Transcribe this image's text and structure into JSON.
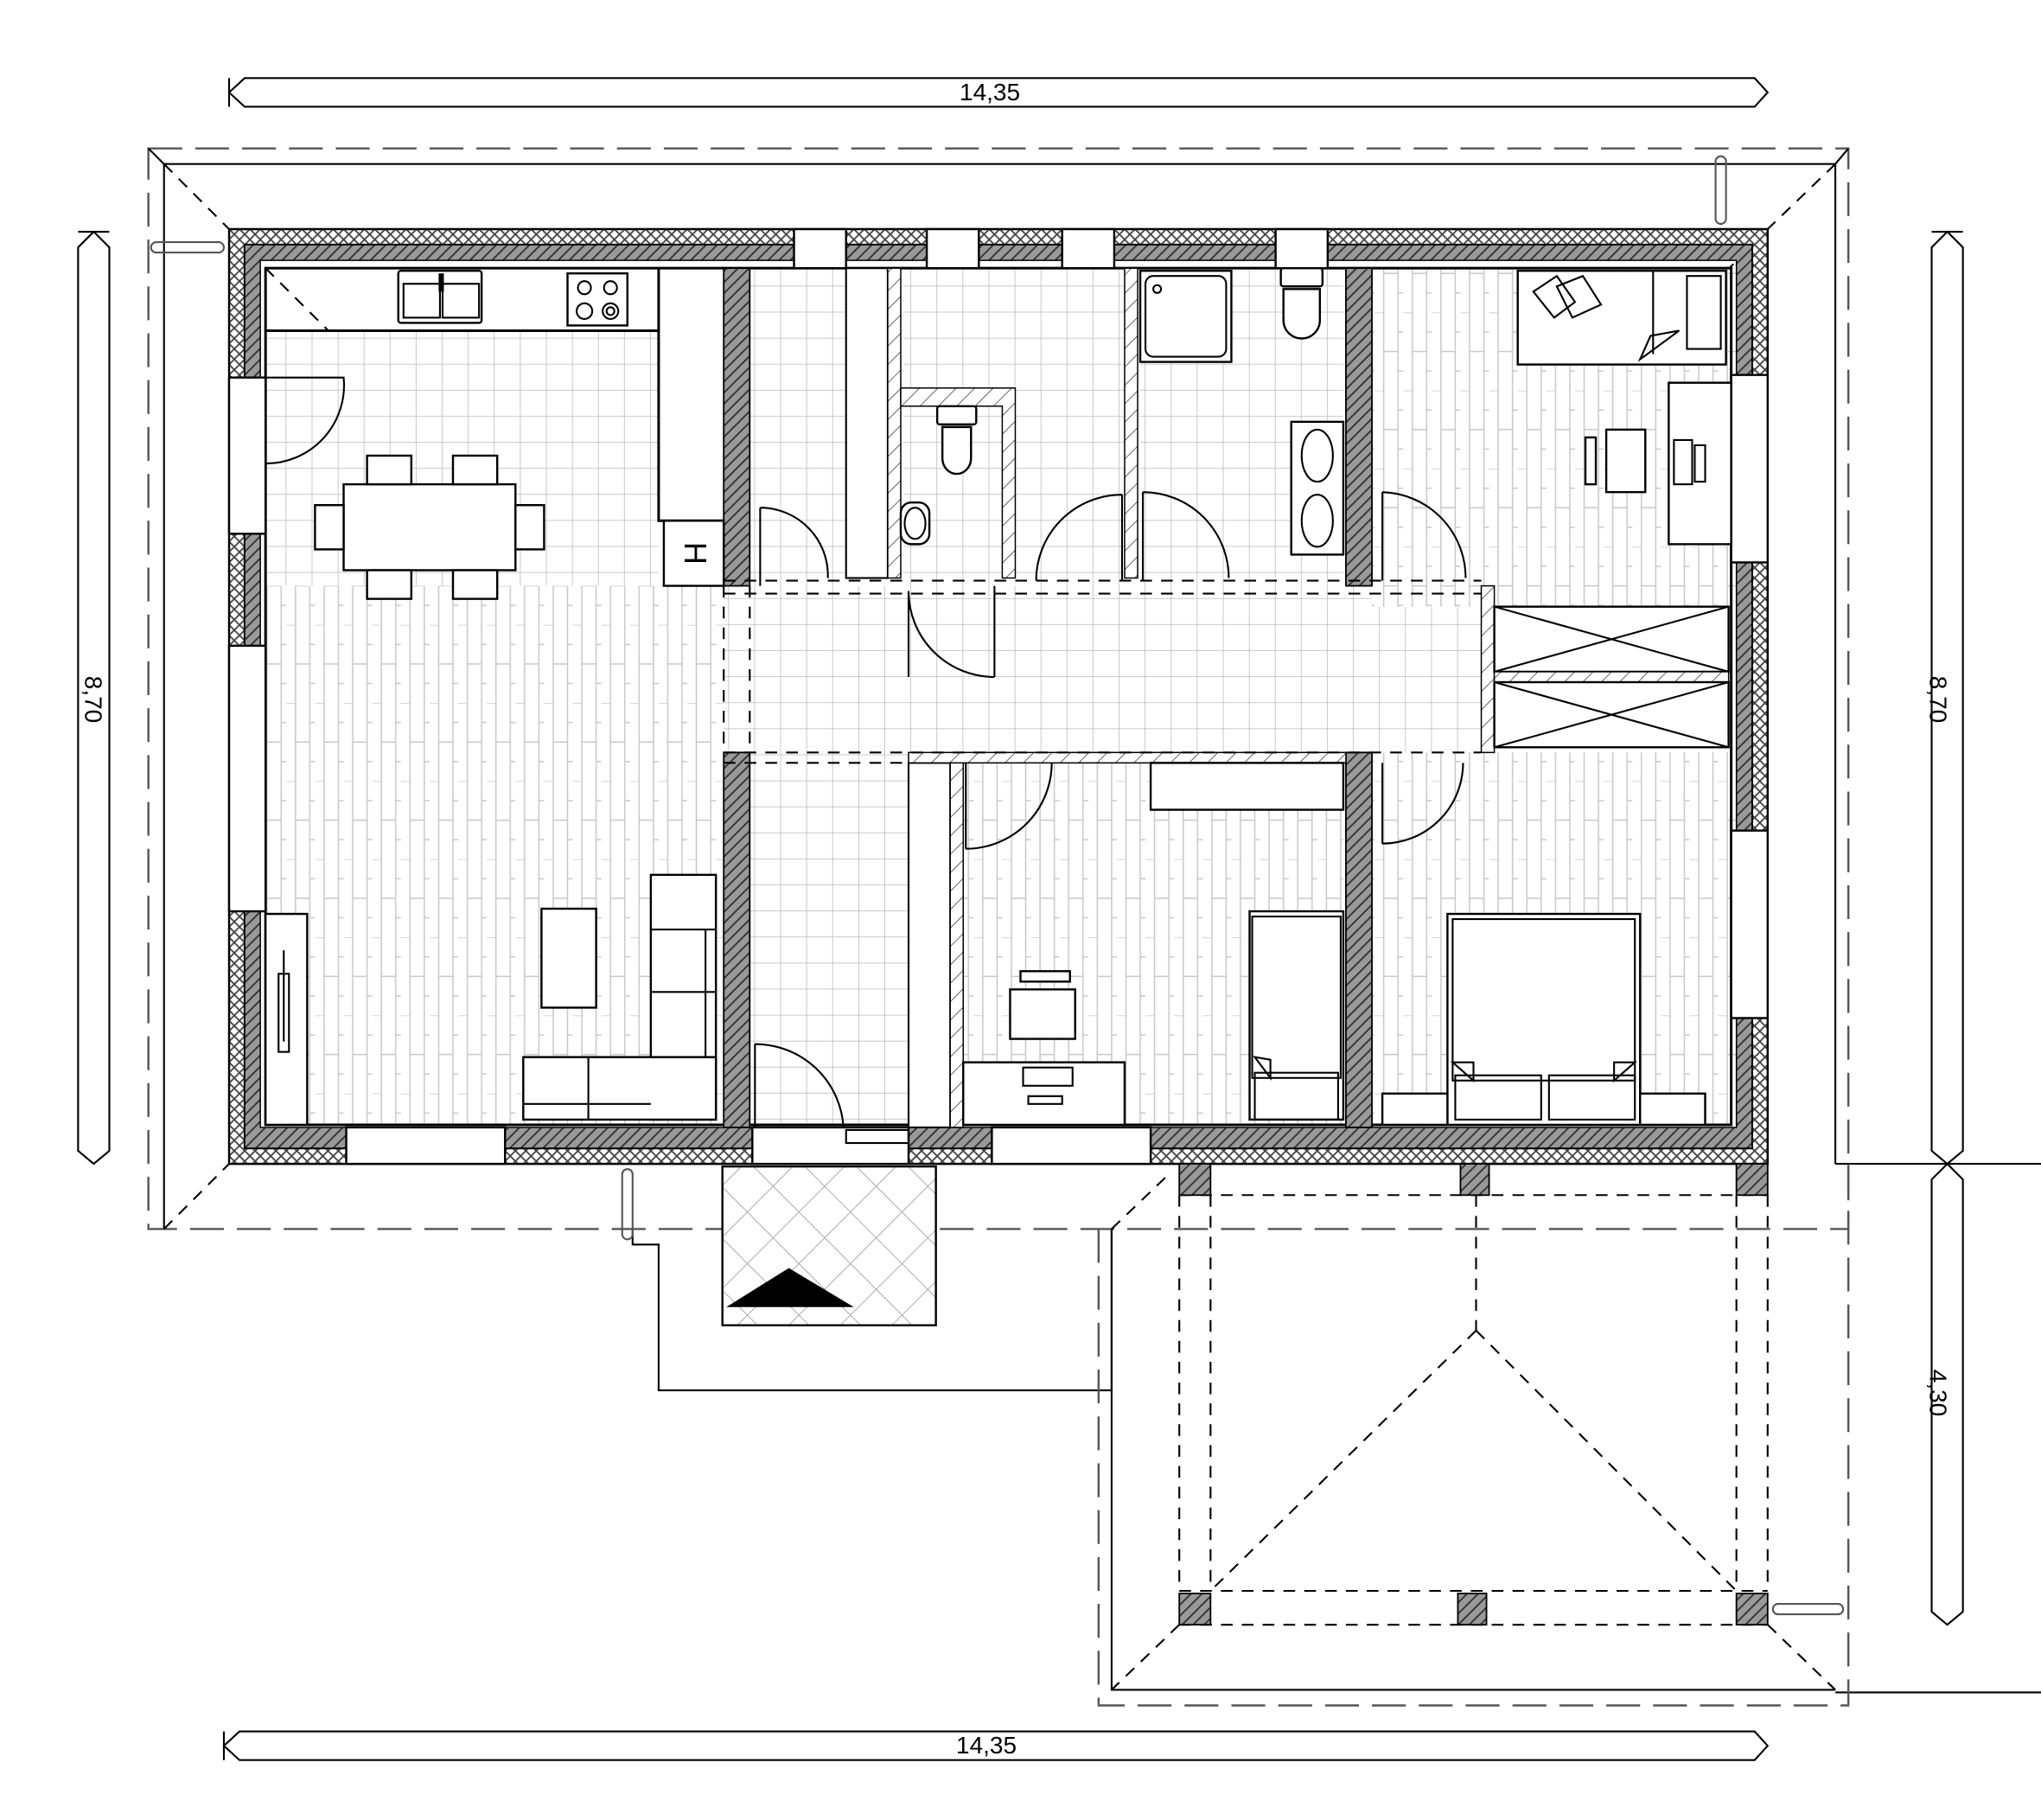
{
  "drawing": {
    "type": "architectural floor plan",
    "units": "m",
    "colors": {
      "line": "#000000",
      "tile_grid": "#b8b8b8",
      "wall_hatch": "#555555",
      "background": "#ffffff"
    }
  },
  "dimensions": {
    "top_width": "14,35",
    "bottom_width": "14,35",
    "left_depth": "8,70",
    "right_depth_main": "8,70",
    "right_depth_porch": "4,30"
  },
  "rooms": [
    {
      "id": "kitchen-dining",
      "furniture": [
        "kitchen-counter",
        "sink",
        "cooktop",
        "dining-table",
        "chairs-6",
        "boiler-H"
      ],
      "floor": "square-tiles"
    },
    {
      "id": "living-room",
      "furniture": [
        "sofa-l-shape",
        "coffee-table",
        "tv-cabinet"
      ],
      "floor": "plank"
    },
    {
      "id": "hall",
      "floor": "square-tiles"
    },
    {
      "id": "utility",
      "floor": "square-tiles"
    },
    {
      "id": "wc",
      "furniture": [
        "toilet",
        "hand-basin"
      ],
      "floor": "square-tiles"
    },
    {
      "id": "bathroom",
      "furniture": [
        "shower-tray",
        "toilet",
        "double-basin"
      ],
      "floor": "square-tiles"
    },
    {
      "id": "bedroom-1",
      "furniture": [
        "single-bed",
        "desk",
        "chair",
        "computer"
      ],
      "floor": "plank"
    },
    {
      "id": "wardrobe",
      "furniture": [
        "closet-2"
      ]
    },
    {
      "id": "bedroom-2",
      "furniture": [
        "single-bed",
        "desk",
        "chair",
        "computer",
        "shelf"
      ],
      "floor": "plank"
    },
    {
      "id": "master-bedroom",
      "furniture": [
        "double-bed",
        "nightstands-2"
      ],
      "floor": "plank"
    },
    {
      "id": "entrance-step",
      "symbol": "entry-arrow-icon"
    },
    {
      "id": "covered-terrace",
      "columns": 6
    }
  ],
  "boiler_label": "H"
}
